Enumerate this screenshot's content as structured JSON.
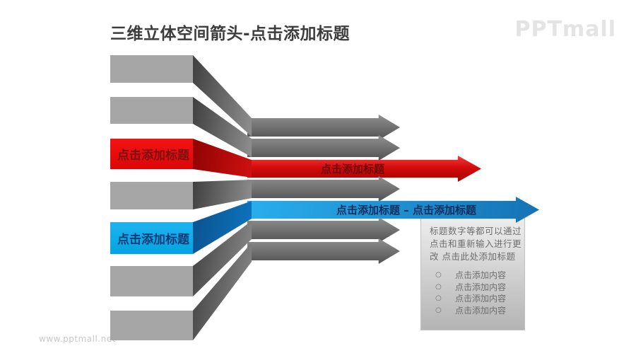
{
  "page": {
    "title": "三维立体空间箭头-点击添加标题",
    "logo_text": "PPTmall",
    "watermark": "www.pptmall.net"
  },
  "diagram": {
    "red_bar_label": "点击添加标题",
    "blue_bar_label": "点击添加标题",
    "red_arrow_label": "点击添加标题",
    "blue_arrow_label": "点击添加标题 – 点击添加标题",
    "colors": {
      "gray_bar": "#a6a6a6",
      "gray_arrow_dark": "#555555",
      "red": "#ed1111",
      "red_dark": "#a30303",
      "blue": "#10ade7",
      "blue_dark": "#1172b0",
      "red_label_text": "#7d1010",
      "blue_label_text": "#0c3b76"
    },
    "note_box": {
      "line1": "标题数字等都可以通过",
      "line2": "点击和重新输入进行更",
      "line3": "改 点击此处添加标题",
      "bullet_glyph": "○",
      "bullets": [
        {
          "text": "点击添加内容"
        },
        {
          "text": "点击添加内容"
        },
        {
          "text": "点击添加内容"
        },
        {
          "text": "点击添加内容"
        }
      ]
    }
  }
}
